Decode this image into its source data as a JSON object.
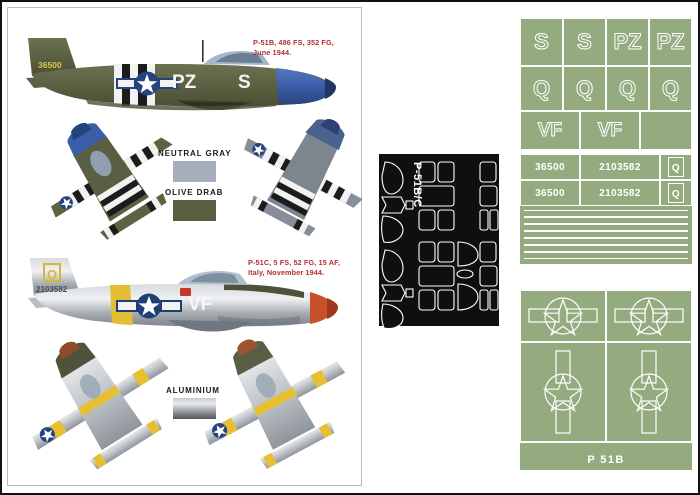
{
  "sheet": {
    "kit_title": "P-51B/C",
    "decal_family_label": "P 51B"
  },
  "profiles": [
    {
      "id": "top-profile",
      "caption": "P-51B, 486 FS, 352 FG,\nJune 1944.",
      "serial": "36500",
      "fuselage_code": "PZ",
      "individual_letter": "S",
      "scheme": "Olive Drab over Neutral Gray, blue spinner/nose, D-Day invasion stripes"
    },
    {
      "id": "bottom-profile",
      "caption": "P-51C, 5 FS, 52 FG, 15 AF,\nItaly, November 1944.",
      "serial": "2103582",
      "fuselage_code": "VF",
      "tail_letter": "Q",
      "scheme": "Natural metal Aluminium, yellow bands, red spinner"
    }
  ],
  "color_swatches": [
    {
      "name": "NEUTRAL GRAY",
      "hex": "#a6aebd"
    },
    {
      "name": "OLIVE DRAB",
      "hex": "#5a5f41"
    },
    {
      "name": "ALUMINIUM",
      "hex": "#c9ccd0"
    }
  ],
  "mask_panel": {
    "title": "P-51B/C",
    "background": "#100f0d",
    "stroke": "#ffffff"
  },
  "decals": {
    "background": "#93ab7f",
    "stroke": "#ffffff",
    "letters_row1": [
      "S",
      "S",
      "PZ",
      "PZ"
    ],
    "letters_row2": [
      "Q",
      "Q",
      "Q",
      "Q"
    ],
    "letters_row3": [
      "VF",
      "VF",
      ""
    ],
    "serial_rows": [
      {
        "serial_a": "36500",
        "serial_b": "2103582",
        "badge": "Q"
      },
      {
        "serial_a": "36500",
        "serial_b": "2103582",
        "badge": "Q"
      }
    ],
    "stripe_count": 7,
    "insignia": [
      {
        "name": "star-and-bar-left",
        "orientation": "horizontal"
      },
      {
        "name": "star-and-bar-right",
        "orientation": "horizontal"
      },
      {
        "name": "star-and-bar-lower-left",
        "orientation": "vertical"
      },
      {
        "name": "star-and-bar-lower-right",
        "orientation": "vertical"
      }
    ],
    "footer_label": "P 51B"
  }
}
